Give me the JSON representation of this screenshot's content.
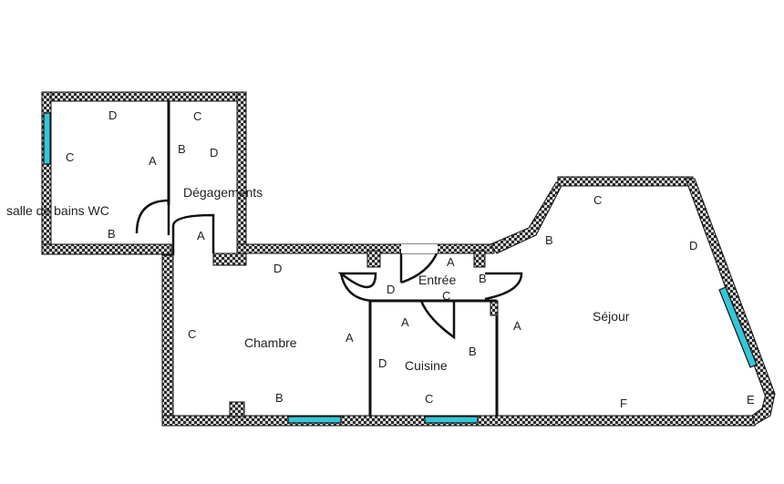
{
  "rooms": {
    "salle_de_bains": "salle de bains WC",
    "degagements": "Dégagements",
    "chambre": "Chambre",
    "entree": "Entrée",
    "cuisine": "Cuisine",
    "sejour": "Séjour"
  },
  "wall_letters": {
    "bath_d": "D",
    "bath_c": "C",
    "bath_a": "A",
    "bath_b": "B",
    "deg_c": "C",
    "deg_b": "B",
    "deg_d": "D",
    "deg_a": "A",
    "ch_d": "D",
    "ch_c": "C",
    "ch_a": "A",
    "ch_b": "B",
    "en_a": "A",
    "en_b": "B",
    "en_d": "D",
    "en_c": "C",
    "cu_a": "A",
    "cu_d": "D",
    "cu_b": "B",
    "cu_c": "C",
    "se_c": "C",
    "se_b": "B",
    "se_d": "D",
    "se_a": "A",
    "se_f": "F",
    "se_e": "E"
  }
}
